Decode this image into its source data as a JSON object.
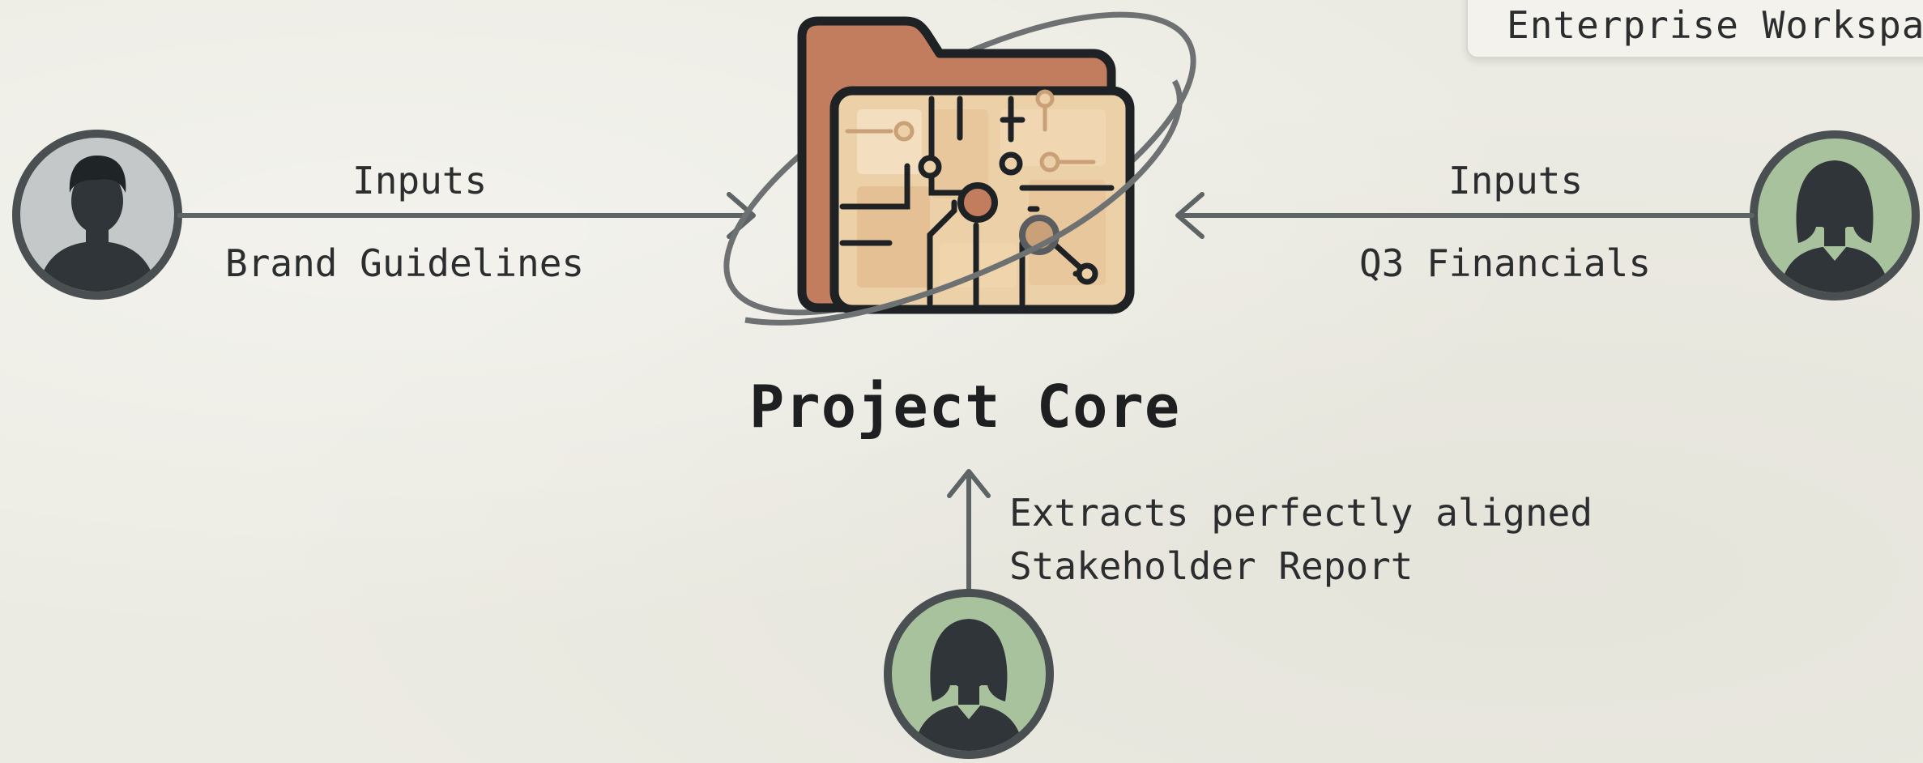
{
  "callout": {
    "text": "Enterprise Workspace"
  },
  "diagram": {
    "center_node": {
      "label": "Project Core",
      "icon": "circuit-folder-icon"
    },
    "left_flow": {
      "direction_label": "Inputs",
      "item_label": "Brand Guidelines",
      "user_icon": "male-user-avatar-icon"
    },
    "right_flow": {
      "direction_label": "Inputs",
      "item_label": "Q3 Financials",
      "user_icon": "female-user-avatar-icon"
    },
    "bottom_flow": {
      "description_line1": "Extracts perfectly aligned",
      "description_line2": "Stakeholder Report",
      "user_icon": "female-user-avatar-icon"
    }
  },
  "colors": {
    "background": "#ecebe3",
    "connector": "#5e6466",
    "folder_back": "#c27c5e",
    "folder_front": "#ecd0a8",
    "avatar_grey": "#c5c8c9",
    "avatar_green": "#a9c29e",
    "outline": "#2b2d2e"
  }
}
